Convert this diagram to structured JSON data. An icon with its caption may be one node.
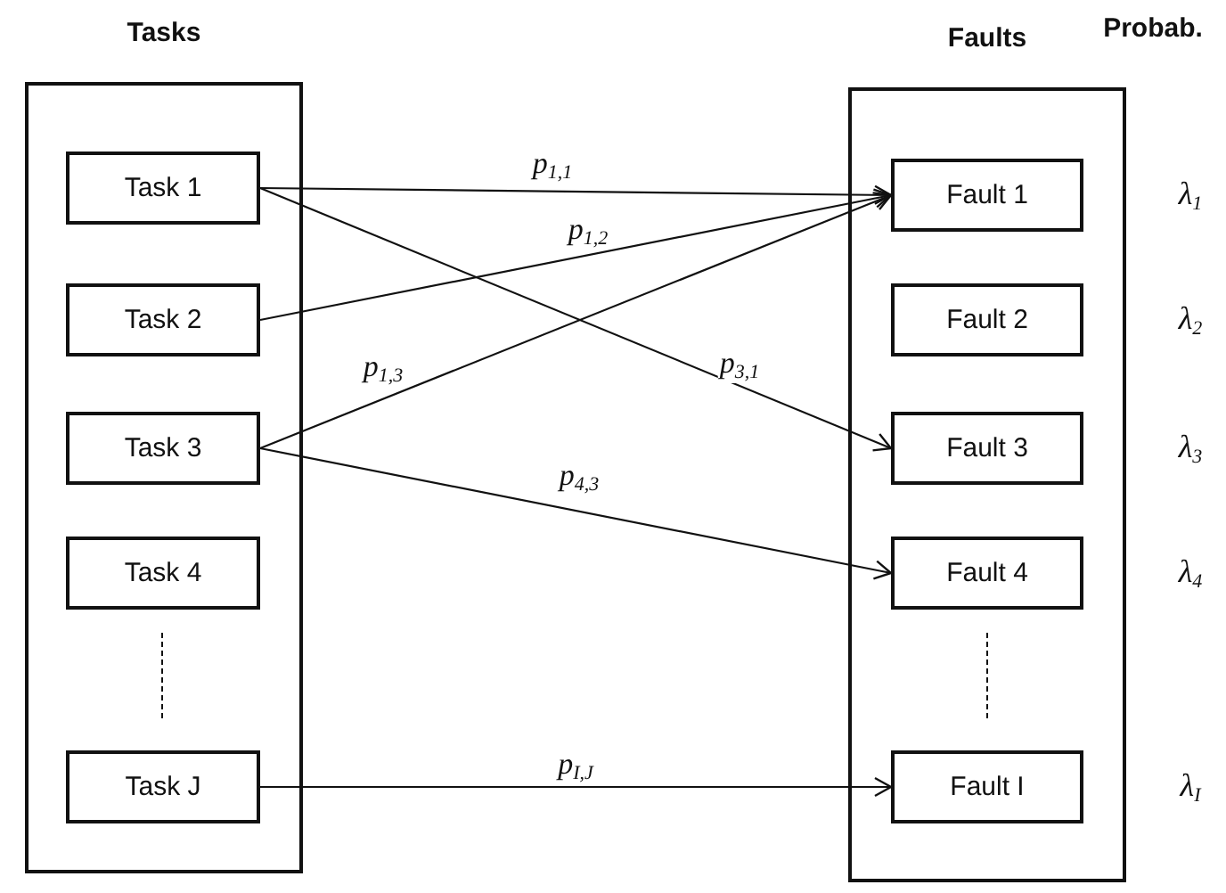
{
  "diagram": {
    "nodes": [
      {
        "text": [
          "Tasks"
        ]
      },
      {
        "text": [
          "Task 1"
        ],
        "in": 0
      },
      {
        "text": [
          "Task 2"
        ],
        "in": 0
      },
      {
        "text": [
          "Task 3"
        ],
        "in": 0
      },
      {
        "text": [
          "Task 4"
        ],
        "in": 0
      },
      {
        "text": [
          "Task J"
        ],
        "in": 0
      },
      {
        "text": [
          "Faults"
        ]
      },
      {
        "text": [
          "Fault 1"
        ],
        "in": 6
      },
      {
        "text": [
          "Fault 2"
        ],
        "in": 6
      },
      {
        "text": [
          "Fault 3"
        ],
        "in": 6
      },
      {
        "text": [
          "Fault 4"
        ],
        "in": 6
      },
      {
        "text": [
          "Fault I"
        ],
        "in": 6
      }
    ],
    "edges": [
      {
        "from": 1,
        "to": 7,
        "arrow": "to",
        "label": "p$_{1,1}$"
      },
      {
        "from": 2,
        "to": 7,
        "arrow": "to",
        "label": "p$_{1,2}$"
      },
      {
        "from": 3,
        "to": 7,
        "arrow": "to",
        "label": "p$_{1,3}$"
      },
      {
        "from": 1,
        "to": 9,
        "arrow": "to",
        "label": "p$_{3,1}$"
      },
      {
        "from": 3,
        "to": 10,
        "arrow": "to",
        "label": "p$_{4,3}$"
      },
      {
        "from": 5,
        "to": 11,
        "arrow": "to",
        "label": "p$_{I,J}$"
      }
    ],
    "labels": [
      "Probab.",
      "λ$_{1}$",
      "λ$_{2}$",
      "λ$_{3}$",
      "λ$_{4}$",
      "λ$_{I}$"
    ]
  }
}
